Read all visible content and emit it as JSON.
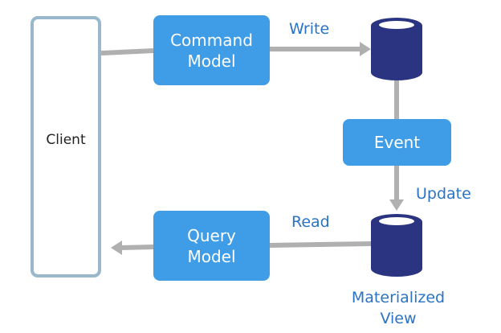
{
  "client": {
    "label": "Client"
  },
  "command_model": {
    "line1": "Command",
    "line2": "Model"
  },
  "query_model": {
    "line1": "Query",
    "line2": "Model"
  },
  "event": {
    "label": "Event"
  },
  "edges": {
    "write": "Write",
    "read": "Read",
    "update": "Update"
  },
  "materialized_view": {
    "line1": "Materialized",
    "line2": "View"
  },
  "colors": {
    "box_fill": "#3f9de8",
    "database_fill": "#2b3481",
    "connector": "#b0b0b0",
    "edge_label": "#2a73c5",
    "client_border": "#9ab8cc"
  }
}
